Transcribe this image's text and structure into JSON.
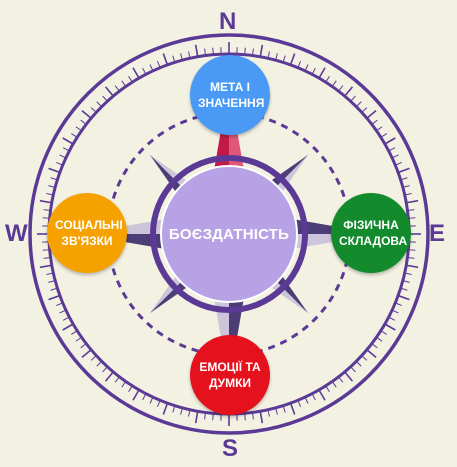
{
  "compass": {
    "north": "N",
    "south": "S",
    "east": "E",
    "west": "W"
  },
  "center": {
    "label": "БОЄЗДАТНІСТЬ",
    "color": "#b7a2e6"
  },
  "nodes": {
    "top": {
      "label": "МЕТА І ЗНАЧЕННЯ",
      "color": "#4a9af5"
    },
    "right": {
      "label": "ФІЗИЧНА СКЛАДОВА",
      "color": "#138a2c"
    },
    "bottom": {
      "label": "ЕМОЦІЇ ТА ДУМКИ",
      "color": "#e5111d"
    },
    "left": {
      "label": "СОЦІАЛЬНІ ЗВ'ЯЗКИ",
      "color": "#f5a201"
    }
  },
  "colors": {
    "ring": "#5b3a96",
    "needle_north": "#c21a48",
    "needle_light": "#cdc6da",
    "needle_dark": "#4d3d77",
    "background": "#f3f1e2"
  }
}
